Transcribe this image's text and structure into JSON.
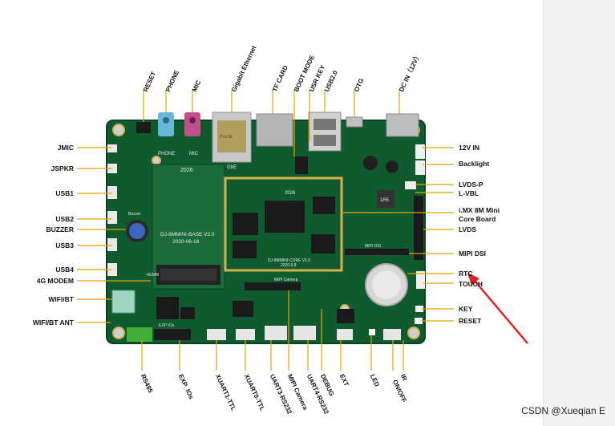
{
  "board": {
    "base_silk_top": "2026",
    "base_name": "DJ-8MMINI-BASE V2.0",
    "base_date": "2020-06-18",
    "core_silk_top": "2026",
    "core_name": "DJ-8MMINI-CORE V2.0",
    "core_date": "2020.6.8",
    "silk_phone": "PHONE",
    "silk_mic": "MIC",
    "silk_gbe": "GbE",
    "silk_mipi_dsi": "MIPI DSI",
    "silk_mipi_camera": "MIPI Camera",
    "silk_buzzer": "Buzzer",
    "silk_exp": "EXP IOs",
    "silk_4g": "4GMM",
    "silk_eth_tag": "PULSE",
    "silk_ind": "1R5"
  },
  "left_labels": [
    "JMIC",
    "JSPKR",
    "USB1",
    "USB2",
    "BUZZER",
    "USB3",
    "USB4",
    "4G MODEM",
    "WIFI/BT",
    "WIFI/BT ANT"
  ],
  "right_labels": [
    "12V IN",
    "Backlight",
    "LVDS-P",
    "L-VBL",
    "i.MX 8M Mini",
    "Core Board",
    "LVDS",
    "MIPI DSI",
    "RTC",
    "TOUCH",
    "KEY",
    "RESET"
  ],
  "top_labels": [
    "RESET",
    "PHONE",
    "MIC",
    "Gigabit Ethernet",
    "TF CARD",
    "BOOT MODE",
    "USR KEY",
    "USB2.0",
    "OTG",
    "DC IN（12V）"
  ],
  "bottom_labels": [
    "RS485",
    "EXP_IOs",
    "XUART1-TTL",
    "XUART0-TTL",
    "UART3-RS232",
    "MIPI Camera",
    "UART4-RS232",
    "DEBUG",
    "EXT",
    "LED",
    "IR",
    "ON/OFF"
  ],
  "watermark": "CSDN @Xueqian E",
  "colors": {
    "pcb": "#0f5a2f",
    "pcb_dark": "#0a4424",
    "gold": "#d6b04a",
    "leader": "#e8a200",
    "arrow": "#e0231f",
    "phone_jack": "#67b8d8",
    "mic_jack": "#c0508a",
    "terminal": "#3fae3a"
  }
}
